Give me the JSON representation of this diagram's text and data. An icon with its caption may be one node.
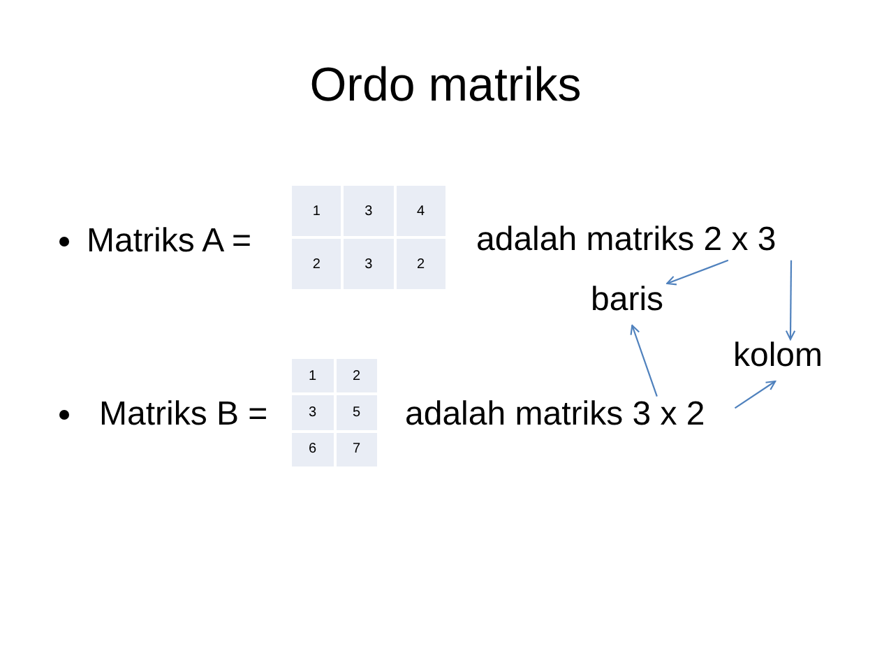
{
  "diagram": {
    "title": "Ordo matriks",
    "nodes": [
      {
        "text": [
          "adalah matriks 2 x 3"
        ]
      },
      {
        "text": [
          "baris"
        ]
      },
      {
        "text": [
          "kolom"
        ]
      },
      {
        "text": [
          "adalah matriks 3 x 2"
        ]
      }
    ],
    "edges": [
      {
        "from": 0,
        "to": 1,
        "arrow": "to"
      },
      {
        "from": 0,
        "to": 2,
        "arrow": "to"
      },
      {
        "from": 3,
        "to": 1,
        "arrow": "to"
      },
      {
        "from": 3,
        "to": 2,
        "arrow": "to"
      }
    ],
    "labels": [
      "Matriks A =",
      "1",
      "3",
      "4",
      "2",
      "3",
      "2",
      "Matriks B =",
      "1",
      "2",
      "3",
      "5",
      "6",
      "7"
    ]
  }
}
